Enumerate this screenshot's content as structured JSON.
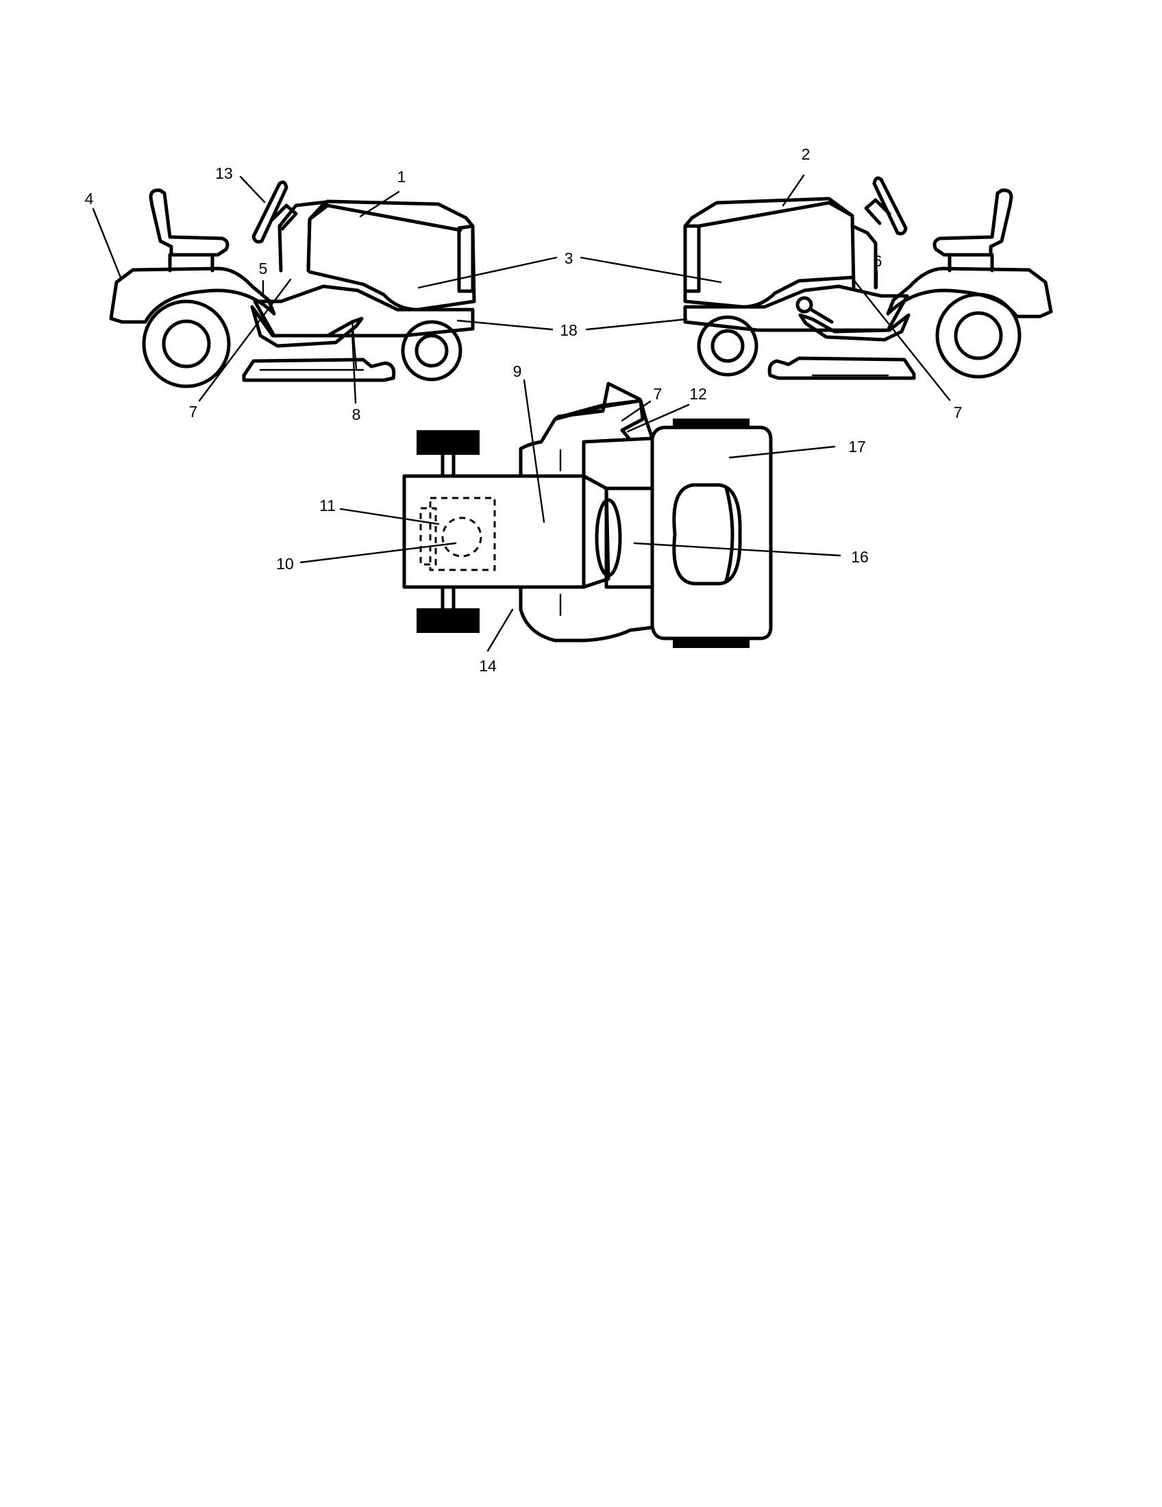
{
  "labels": {
    "l1": "1",
    "l2": "2",
    "l3": "3",
    "l4": "4",
    "l5": "5",
    "l6": "6",
    "l7a": "7",
    "l7b": "7",
    "l7c": "7",
    "l8": "8",
    "l9": "9",
    "l10": "10",
    "l11": "11",
    "l12": "12",
    "l13": "13",
    "l14": "14",
    "l16": "16",
    "l17": "17",
    "l18": "18"
  }
}
